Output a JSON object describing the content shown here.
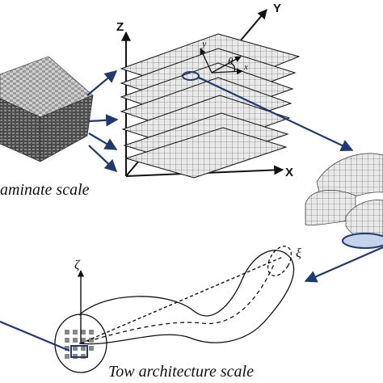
{
  "labels": {
    "laminate_scale": "aminate scale",
    "tow_scale": "Tow architecture scale"
  },
  "axes": {
    "global_z": "Z",
    "global_y": "Y",
    "global_x": "X",
    "local_y": "y",
    "local_x": "x",
    "theta": "θ",
    "zeta": "ζ",
    "xi": "ξ"
  },
  "colors": {
    "arrow": "#1f3a6e",
    "grid": "#222222",
    "fabric_light": "#d8d8d8",
    "fabric_dark": "#6a6a6a"
  }
}
